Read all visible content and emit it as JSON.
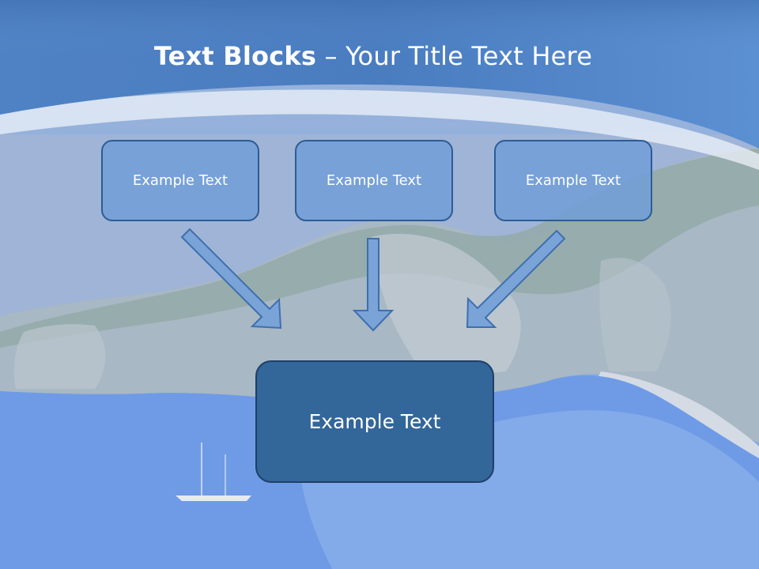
{
  "title": {
    "bold": "Text Blocks",
    "dash": " – ",
    "normal": "Your Title Text Here"
  },
  "blocks": {
    "left": "Example Text",
    "center": "Example Text",
    "right": "Example Text",
    "bottom": "Example Text"
  },
  "colors": {
    "header": "#4a7fc3",
    "block_fill": "#709ed7",
    "block_border": "#2d5c95",
    "main_block_fill": "#336699",
    "arrow_fill": "#7aa3d8"
  },
  "icons": {
    "arrow_left": "arrow-down-right-icon",
    "arrow_center": "arrow-down-icon",
    "arrow_right": "arrow-down-left-icon"
  }
}
